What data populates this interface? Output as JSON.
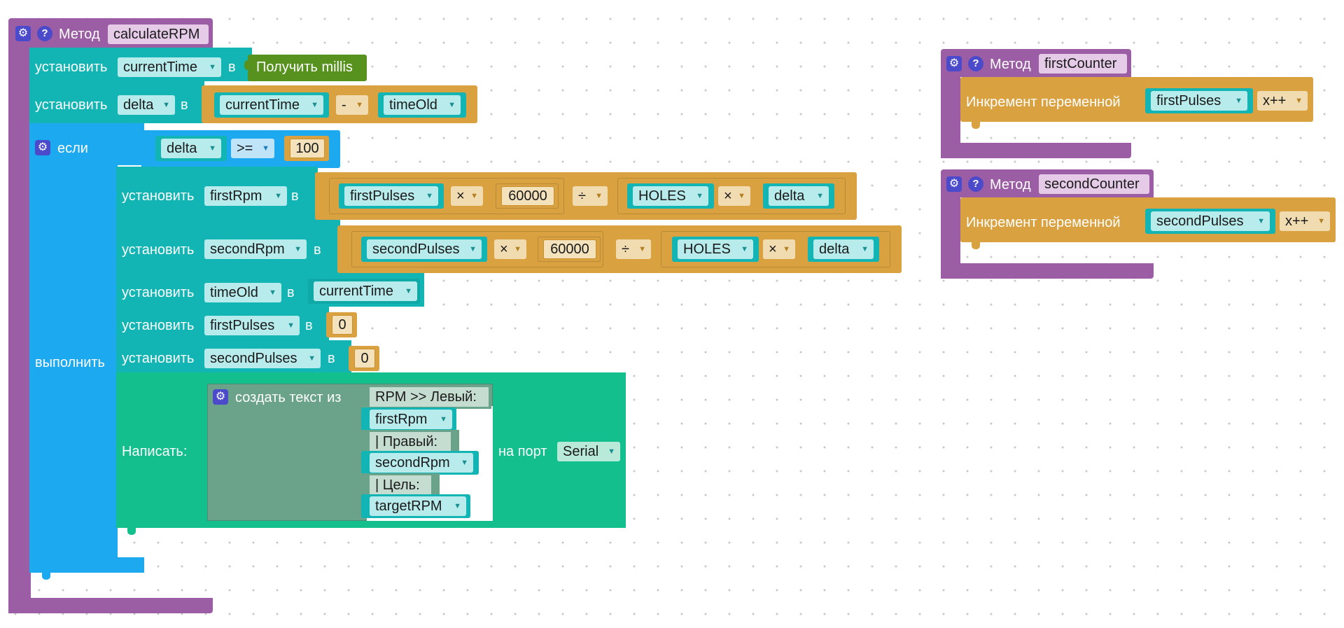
{
  "method1": {
    "keyword": "Метод",
    "name": "calculateRPM",
    "set_label": "установить",
    "in_label": "в",
    "row1": {
      "var": "currentTime",
      "value": "Получить millis"
    },
    "row2": {
      "var": "delta",
      "left": "currentTime",
      "op": "-",
      "right": "timeOld"
    },
    "if_block": {
      "if_label": "если",
      "do_label": "выполнить",
      "cond": {
        "var": "delta",
        "op": ">=",
        "value": "100"
      },
      "set_firstRpm": {
        "var": "firstRpm",
        "a": "firstPulses",
        "mul": "×",
        "k": "60000",
        "div": "÷",
        "b": "HOLES",
        "mul2": "×",
        "c": "delta"
      },
      "set_secondRpm": {
        "var": "secondRpm",
        "a": "secondPulses",
        "mul": "×",
        "k": "60000",
        "div": "÷",
        "b": "HOLES",
        "mul2": "×",
        "c": "delta"
      },
      "set_timeOld": {
        "var": "timeOld",
        "value": "currentTime"
      },
      "set_firstPulses": {
        "var": "firstPulses",
        "value": "0"
      },
      "set_secondPulses": {
        "var": "secondPulses",
        "value": "0"
      },
      "write": {
        "label": "Написать:",
        "create_text": "создать текст из",
        "items": [
          "RPM >> Левый:",
          "firstRpm",
          "| Правый:",
          "secondRpm",
          "| Цель:",
          "targetRPM"
        ],
        "port_label": "на порт",
        "port": "Serial"
      }
    }
  },
  "method2": {
    "keyword": "Метод",
    "name": "firstCounter",
    "inc_label": "Инкремент переменной",
    "var": "firstPulses",
    "op": "x++"
  },
  "method3": {
    "keyword": "Метод",
    "name": "secondCounter",
    "inc_label": "Инкремент переменной",
    "var": "secondPulses",
    "op": "x++"
  },
  "icons": {
    "gear": "gear-icon",
    "help": "help-icon",
    "dropdown": "dropdown-arrow-icon"
  },
  "colors": {
    "method": "#9b5ea4",
    "variable": "#12b5b3",
    "logic": "#1ca9ef",
    "math": "#d9a140",
    "io": "#13c08d",
    "time": "#56921d"
  }
}
